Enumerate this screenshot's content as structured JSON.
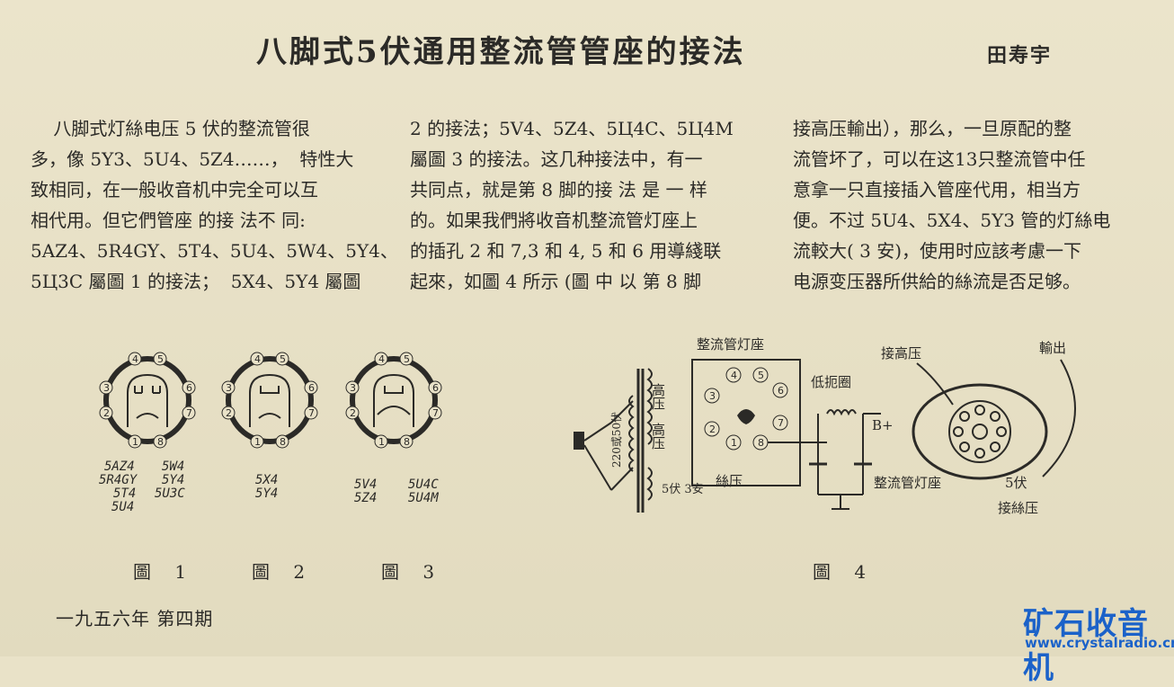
{
  "article": {
    "title": "八脚式5伏通用整流管管座的接法",
    "author": "田寿宇",
    "columns": [
      "    八脚式灯絲电压 5 伏的整流管很\n多，像 5Y3、5U4、5Z4……，  特性大\n致相同，在一般收音机中完全可以互\n相代用。但它們管座 的接 法不 同:\n5AZ4、5R4GY、5T4、5U4、5W4、5Y4、\n5Ц3C 屬圖 1 的接法；  5X4、5Y4 屬圖",
      "2 的接法；5V4、5Z4、5Ц4C、5Ц4M\n屬圖 3 的接法。这几种接法中，有一\n共同点，就是第 8 脚的接 法 是 一 样\n的。如果我們將收音机整流管灯座上\n的插孔 2 和 7,3 和 4, 5 和 6 用導綫联\n起來，如圖 4 所示 (圖 中 以 第 8 脚",
      "接高压輸出），那么，一旦原配的整\n流管坏了，可以在这13只整流管中任\n意拿一只直接插入管座代用，相当方\n便。不过 5U4、5X4、5Y3 管的灯絲电\n流較大( 3 安)，使用时应該考慮一下\n电源变压器所供給的絲流是否足够。"
    ]
  },
  "figures": {
    "fig1": {
      "caption": "圖 1",
      "tube_types": [
        "5AZ4",
        "5W4",
        "5R4GY",
        "5Y4",
        "5T4",
        "5U3C",
        "5U4"
      ]
    },
    "fig2": {
      "caption": "圖 2",
      "tube_types": [
        "5X4",
        "5Y4"
      ]
    },
    "fig3": {
      "caption": "圖 3",
      "tube_types": [
        "5V4",
        "5U4C",
        "5Z4",
        "5U4M"
      ]
    },
    "fig4": {
      "caption": "圖 4",
      "labels": {
        "socket": "整流管灯座",
        "high_voltage": "高压",
        "high_voltage2": "高压",
        "mains": "220或50伏",
        "filament": "5伏 3安",
        "filament_winding": "絲压",
        "choke": "低扼圈",
        "bplus": "B+",
        "connect_hv": "接高压",
        "output": "輸出",
        "socket2": "整流管灯座",
        "five_v": "5伏",
        "connect_filament": "接絲压"
      }
    }
  },
  "footer": {
    "issue": "一九五六年  第四期"
  },
  "watermark": {
    "logo_text": "矿石收音机",
    "url": "www.crystalradio.cn",
    "color": "#1b62c9"
  }
}
